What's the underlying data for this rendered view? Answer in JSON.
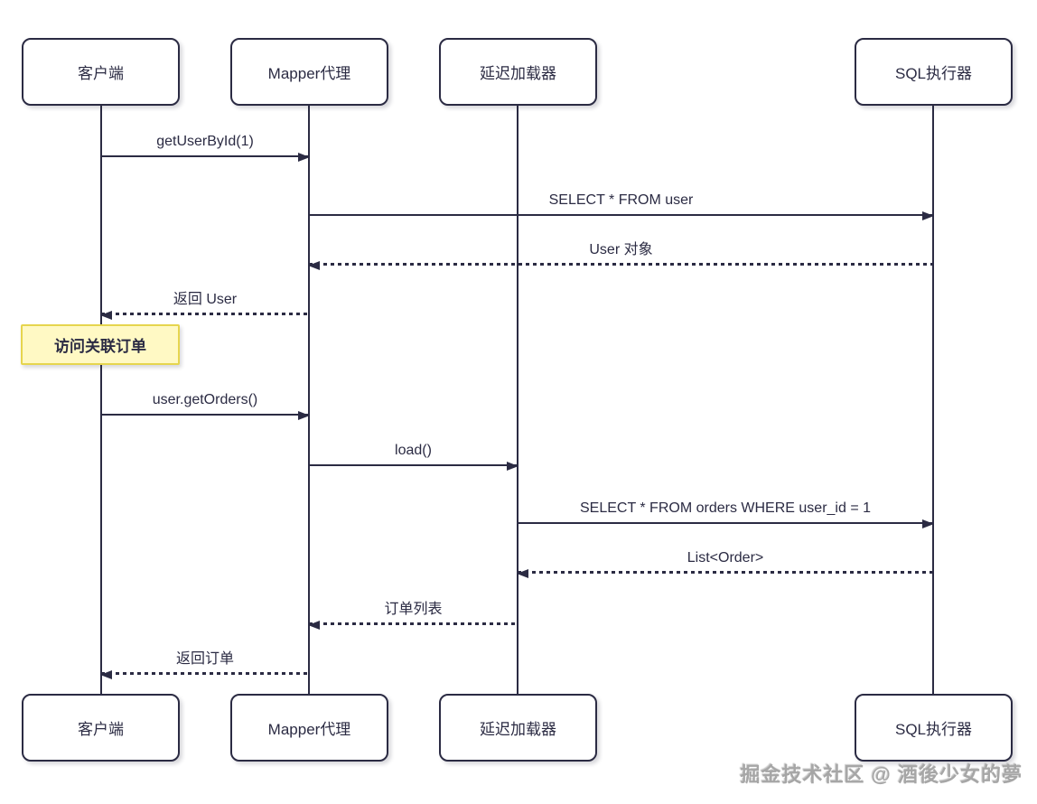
{
  "diagram": {
    "title_semantic": "MyBatis lazy-loading sequence diagram",
    "actors": [
      {
        "label": "客户端"
      },
      {
        "label": "Mapper代理"
      },
      {
        "label": "延迟加载器"
      },
      {
        "label": "SQL执行器"
      }
    ],
    "messages": [
      {
        "label": "getUserById(1)",
        "from": "客户端",
        "to": "Mapper代理",
        "style": "solid",
        "direction": "right"
      },
      {
        "label": "SELECT * FROM user",
        "from": "Mapper代理",
        "to": "SQL执行器",
        "style": "solid",
        "direction": "right"
      },
      {
        "label": "User 对象",
        "from": "SQL执行器",
        "to": "Mapper代理",
        "style": "dashed",
        "direction": "left"
      },
      {
        "label": "返回 User",
        "from": "Mapper代理",
        "to": "客户端",
        "style": "dashed",
        "direction": "left"
      },
      {
        "label": "user.getOrders()",
        "from": "客户端",
        "to": "Mapper代理",
        "style": "solid",
        "direction": "right"
      },
      {
        "label": "load()",
        "from": "Mapper代理",
        "to": "延迟加载器",
        "style": "solid",
        "direction": "right"
      },
      {
        "label": "SELECT * FROM orders WHERE user_id = 1",
        "from": "延迟加载器",
        "to": "SQL执行器",
        "style": "solid",
        "direction": "right"
      },
      {
        "label": "List<Order>",
        "from": "SQL执行器",
        "to": "延迟加载器",
        "style": "dashed",
        "direction": "left"
      },
      {
        "label": "订单列表",
        "from": "延迟加载器",
        "to": "Mapper代理",
        "style": "dashed",
        "direction": "left"
      },
      {
        "label": "返回订单",
        "from": "Mapper代理",
        "to": "客户端",
        "style": "dashed",
        "direction": "left"
      }
    ],
    "note": {
      "label": "访问关联订单"
    },
    "watermark": {
      "text": "掘金技术社区 @ 酒後少女的夢"
    },
    "colors": {
      "line": "#2b2b43",
      "box_fill": "#ffffff",
      "note_fill": "#FFF9C4",
      "note_border": "#E6D54E",
      "watermark": "#a6a6a6",
      "background": "#ffffff"
    }
  }
}
